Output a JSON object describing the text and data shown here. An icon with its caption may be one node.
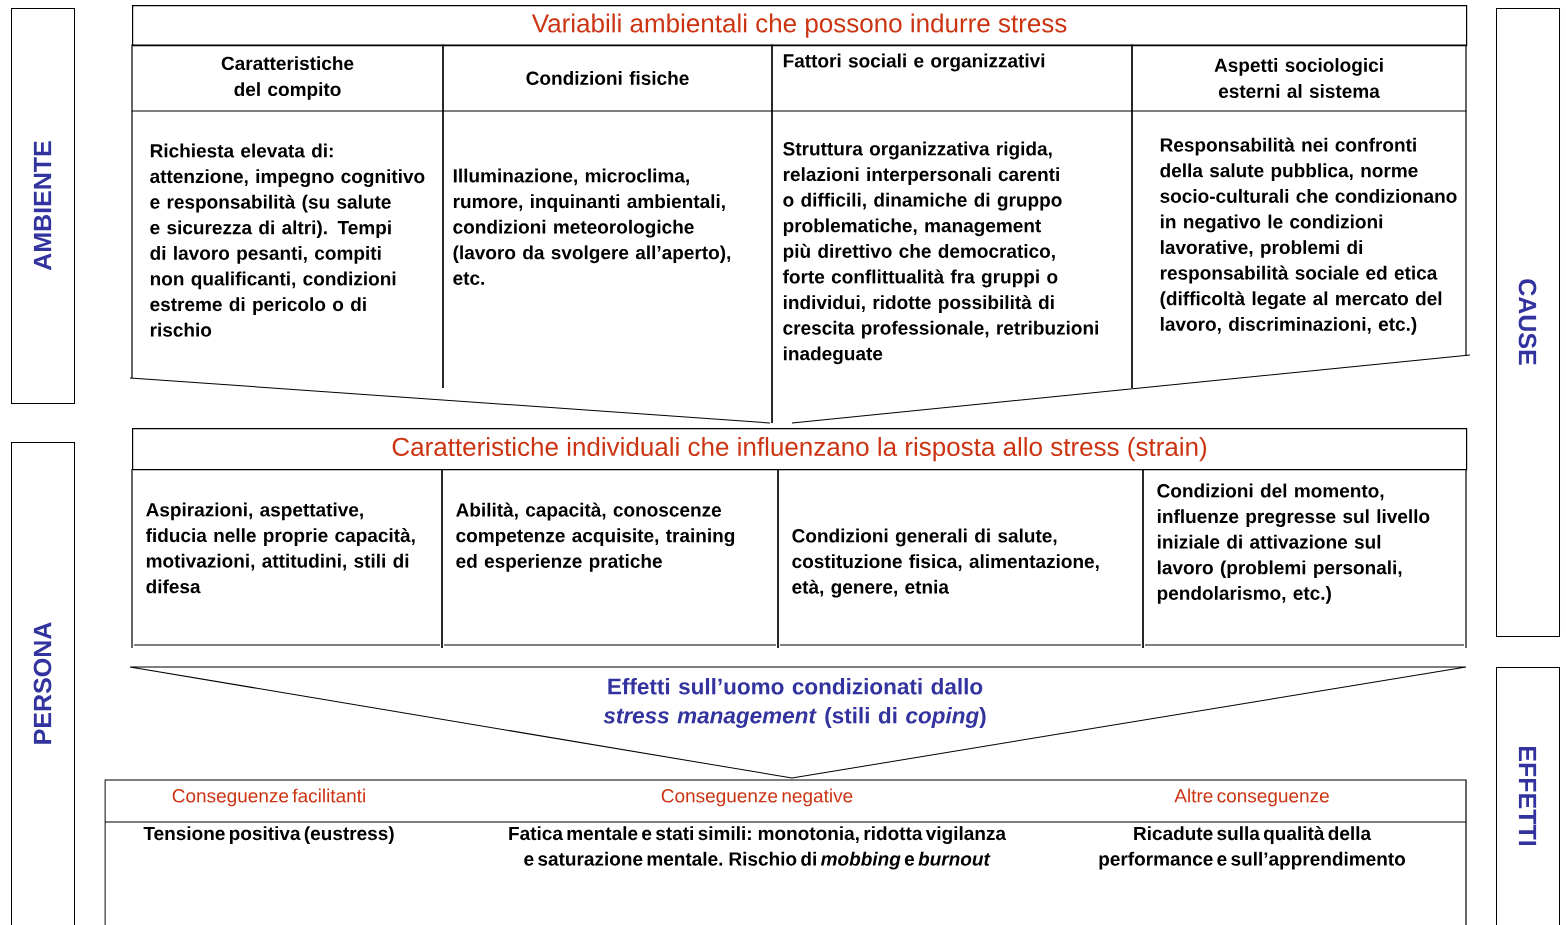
{
  "diagram": {
    "nodes": [
      {
        "text": [
          "AMBIENTE"
        ]
      },
      {
        "text": [
          "PERSONA"
        ]
      },
      {
        "text": [
          "CAUSE"
        ]
      },
      {
        "text": [
          "EFFETTI"
        ]
      },
      {
        "text": [
          "Variabili ambientali che possono indurre stress"
        ]
      },
      {
        "text": [
          "Caratteristiche del compito",
          "Richiesta elevata di: attenzione, impegno cognitivo e responsabilità (su salute e sicurezza di altri). Tempi di lavoro pesanti, compiti non qualificanti, condizioni estreme di pericolo o di rischio"
        ]
      },
      {
        "text": [
          "Condizioni fisiche",
          "Illuminazione, microclima, rumore, inquinanti ambientali, condizioni meteorologiche (lavoro da svolgere all’aperto), etc."
        ]
      },
      {
        "text": [
          "Fattori sociali e organizzativi",
          "Struttura organizzativa rigida, relazioni interpersonali carenti o difficili, dinamiche di gruppo problematiche, management più direttivo che democratico, forte conflittualità fra gruppi o individui, ridotte possibilità di crescita professionale, retribuzioni inadeguate"
        ]
      },
      {
        "text": [
          "Aspetti sociologici esterni al sistema",
          "Responsabilità nei confronti della salute pubblica, norme socio-culturali che condizionano in negativo le condizioni lavorative, problemi di responsabilità sociale ed etica (difficoltà legate al mercato del lavoro, discriminazioni, etc.)"
        ]
      },
      {
        "text": [
          "Caratteristiche individuali che influenzano la risposta allo stress (strain)"
        ]
      },
      {
        "text": [
          "Aspirazioni, aspettative, fiducia nelle proprie capacità, motivazioni, attitudini, stili di difesa"
        ]
      },
      {
        "text": [
          "Abilità, capacità, conoscenze competenze acquisite, training ed esperienze pratiche"
        ]
      },
      {
        "text": [
          "Condizioni generali di salute, costituzione fisica, alimentazione, età, genere, etnia"
        ]
      },
      {
        "text": [
          "Condizioni del momento, influenze pregresse sul livello iniziale di attivazione sul lavoro (problemi personali, pendolarismo, etc.)"
        ]
      },
      {
        "text": [
          "Effetti sull’uomo condizionati dallo *stress management* (stili di *coping*)"
        ]
      },
      {
        "text": [],
        "shape": "box"
      },
      {
        "text": [
          "Conseguenze facilitanti",
          "Tensione positiva (eustress)"
        ],
        "in": 15
      },
      {
        "text": [
          "Conseguenze negative",
          "Fatica mentale e stati simili: monotonia, ridotta vigilanza e saturazione mentale. Rischio di *mobbing* e *burnout*"
        ],
        "in": 15
      },
      {
        "text": [
          "Altre conseguenze",
          "Ricadute sulla qualità della performance e sull’apprendimento"
        ],
        "in": 15
      }
    ]
  }
}
